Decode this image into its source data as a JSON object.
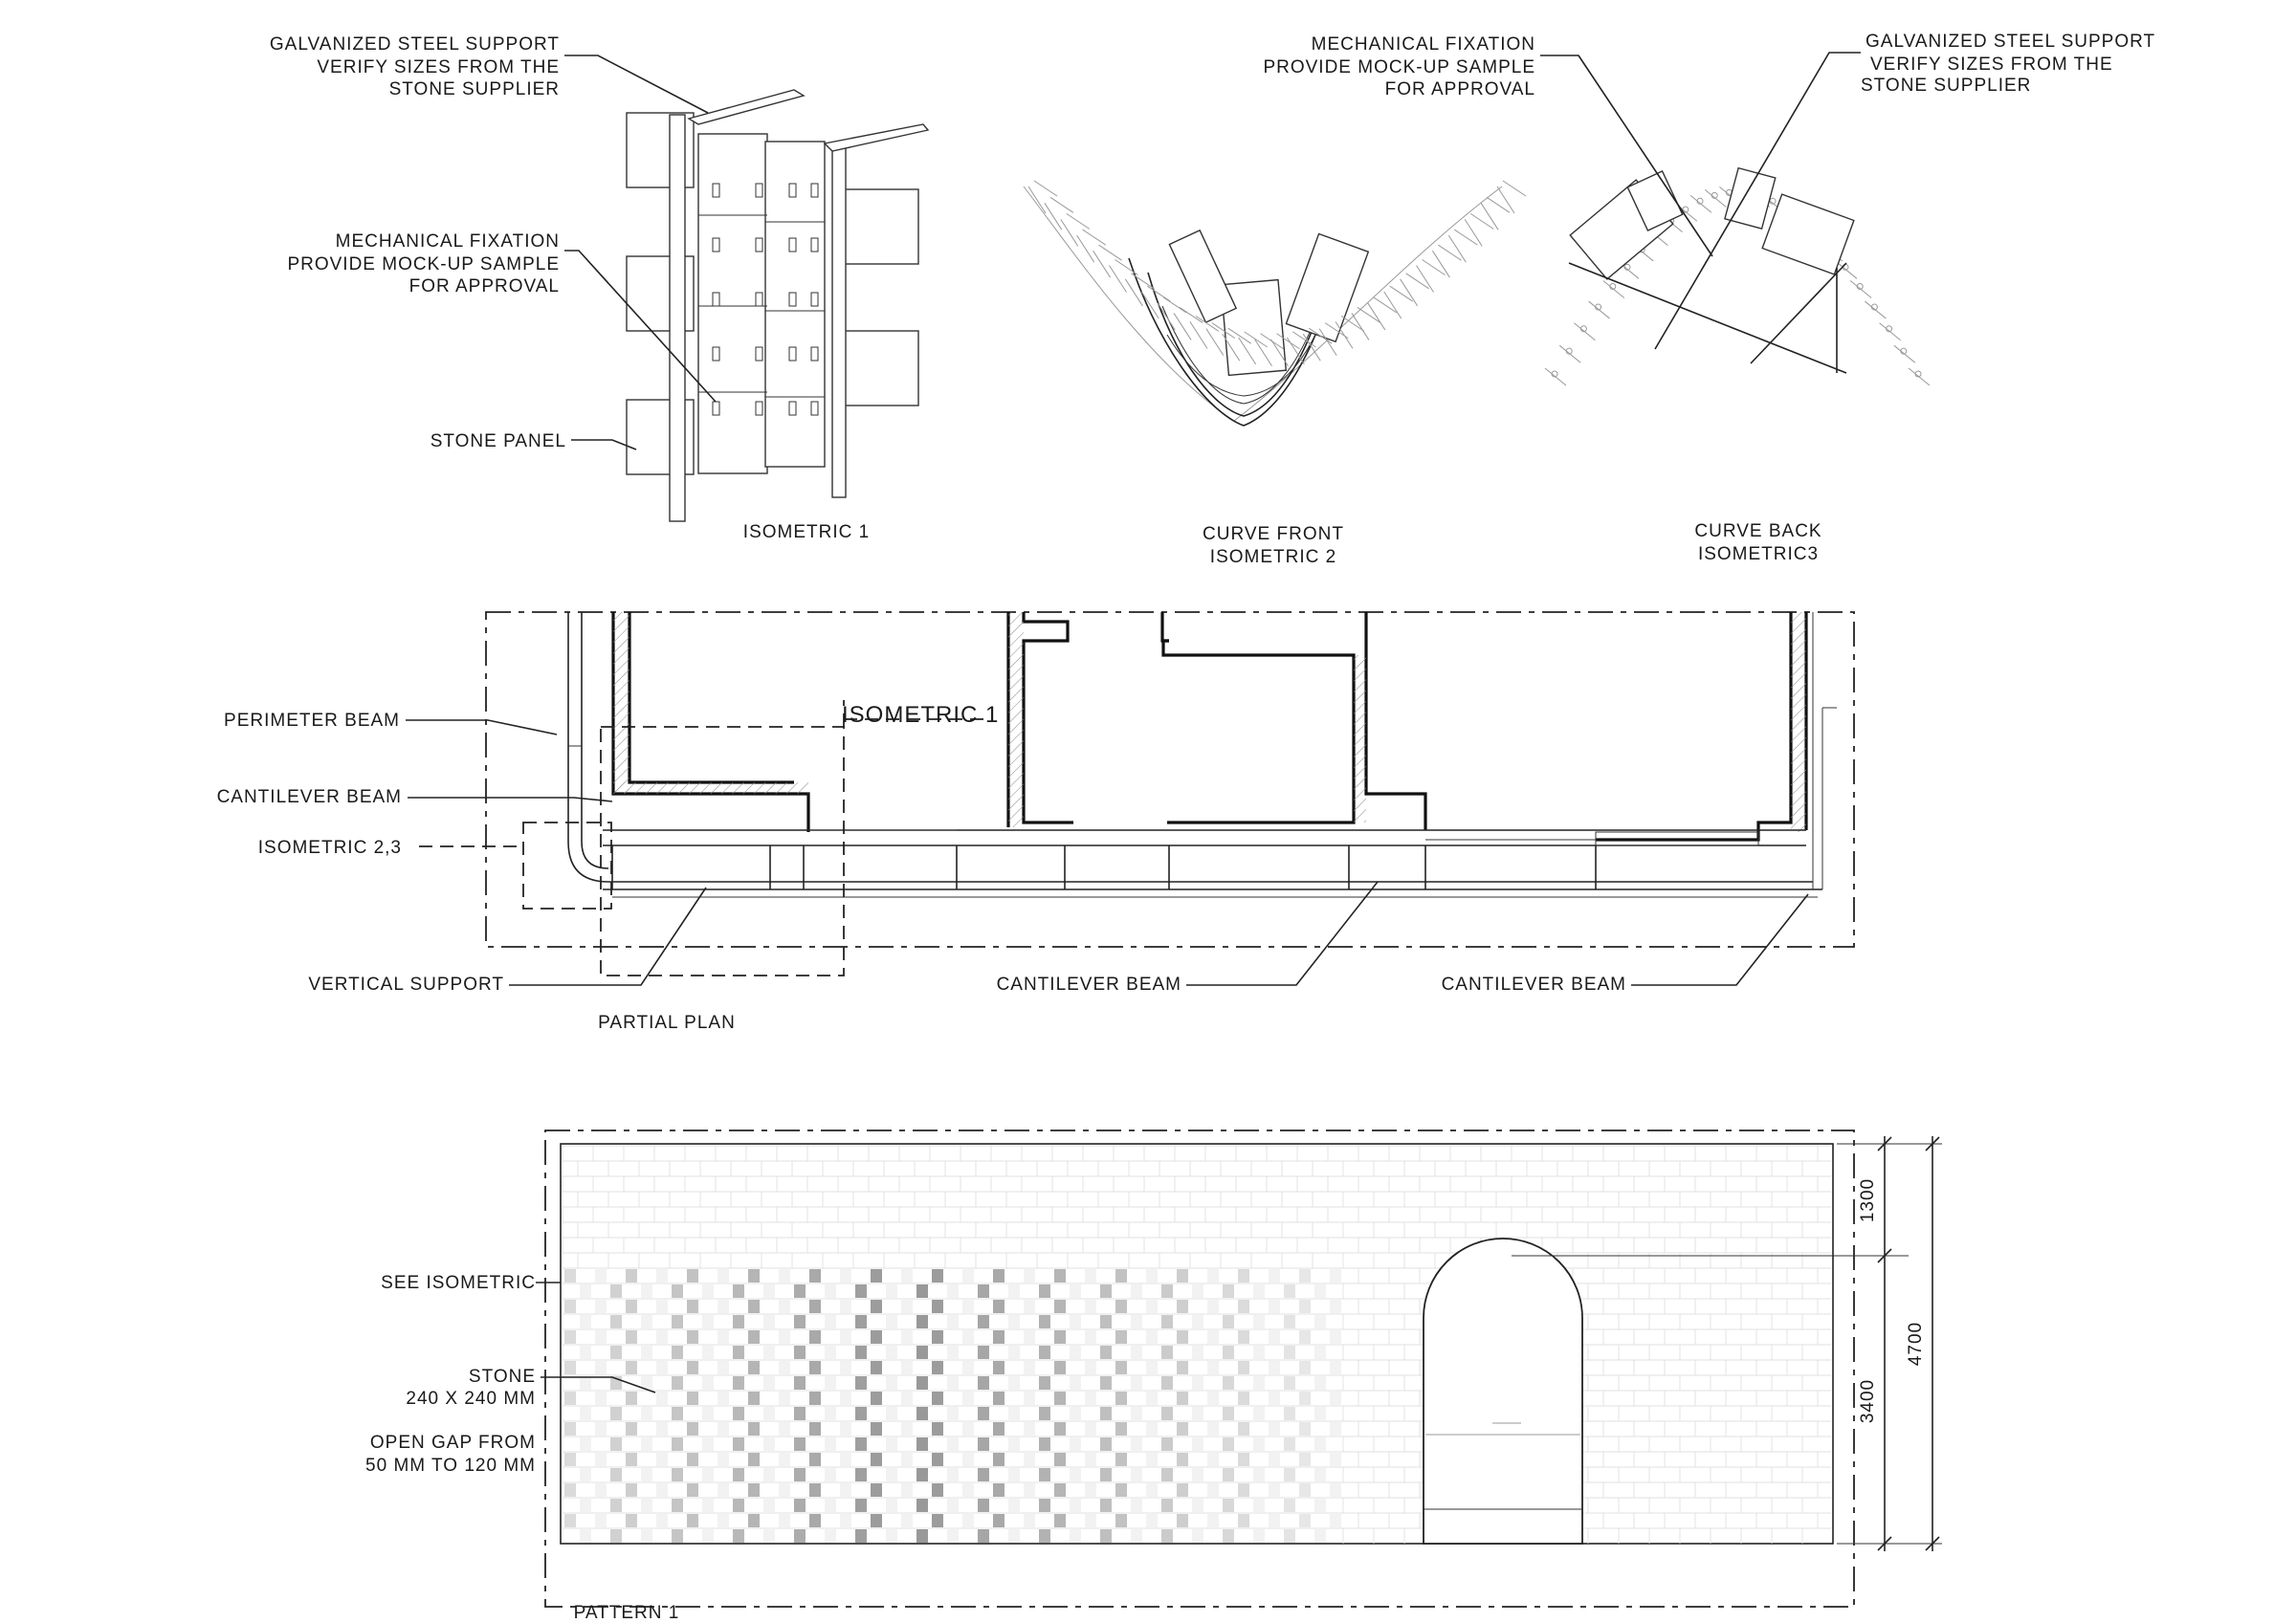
{
  "isometric1": {
    "callout_support": [
      "GALVANIZED STEEL SUPPORT",
      "VERIFY SIZES FROM THE",
      "STONE SUPPLIER"
    ],
    "callout_fixation": [
      "MECHANICAL FIXATION",
      "PROVIDE MOCK-UP SAMPLE",
      "FOR APPROVAL"
    ],
    "callout_stone": "STONE PANEL",
    "title": "ISOMETRIC 1"
  },
  "isometric2": {
    "title": [
      "CURVE FRONT",
      "ISOMETRIC 2"
    ]
  },
  "isometric3": {
    "callout_fixation": [
      "MECHANICAL FIXATION",
      "PROVIDE MOCK-UP SAMPLE",
      "FOR APPROVAL"
    ],
    "callout_support": [
      "GALVANIZED STEEL SUPPORT",
      "VERIFY SIZES FROM THE",
      "STONE SUPPLIER"
    ],
    "title": [
      "CURVE BACK",
      "ISOMETRIC3"
    ]
  },
  "plan": {
    "labels": {
      "perimeter_beam": "PERIMETER BEAM",
      "cantilever_beam_left": "CANTILEVER BEAM",
      "isometric_23": "ISOMETRIC 2,3",
      "vertical_support": "VERTICAL SUPPORT",
      "isometric_1_tag": "ISOMETRIC  1",
      "cantilever_beam_mid": "CANTILEVER BEAM",
      "cantilever_beam_right": "CANTILEVER BEAM"
    },
    "title": "PARTIAL PLAN"
  },
  "elevation": {
    "labels": {
      "see_isometric": "SEE ISOMETRIC",
      "stone": [
        "STONE",
        "240 X 240 MM"
      ],
      "open_gap": [
        "OPEN GAP FROM",
        "50 MM TO 120 MM"
      ]
    },
    "dimensions": {
      "top": "1300",
      "bottom": "3400",
      "total": "4700"
    },
    "title": "PATTERN 1"
  }
}
